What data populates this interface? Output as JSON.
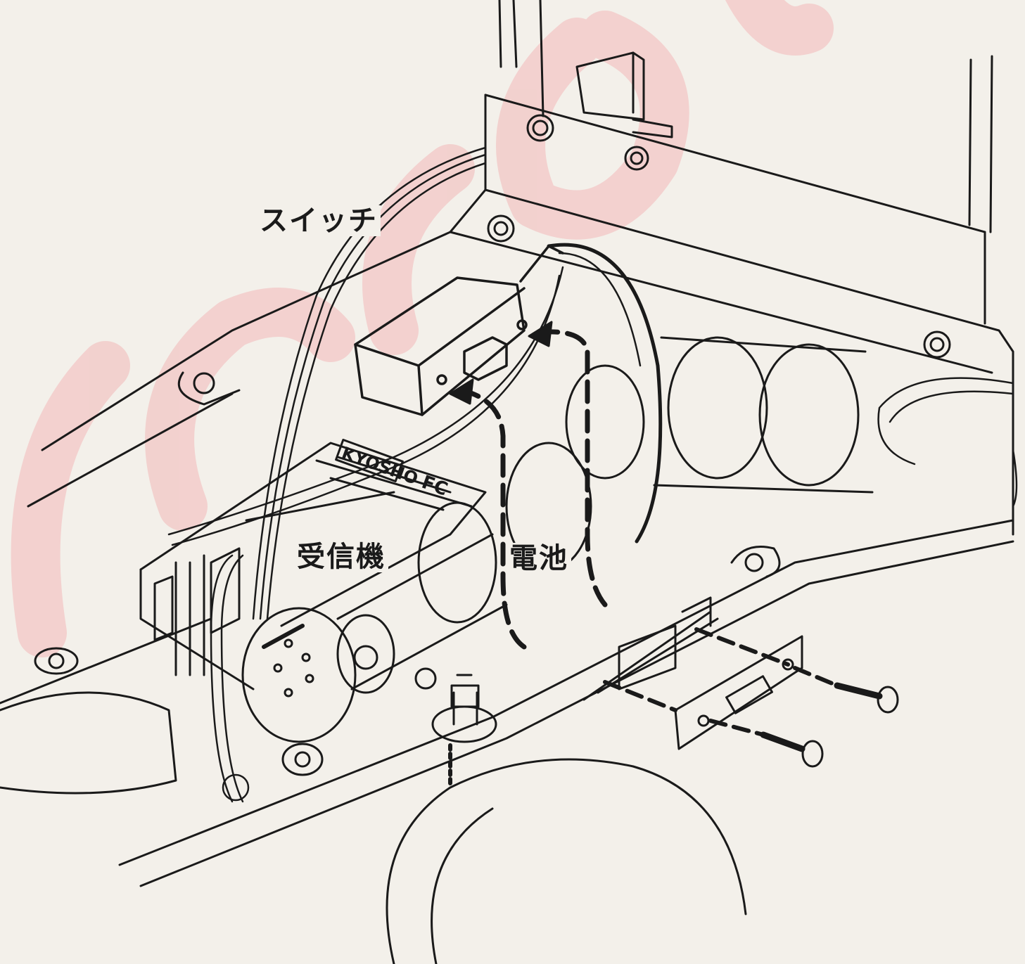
{
  "labels": {
    "switch": "スイッチ",
    "receiver": "受信機",
    "battery": "電池"
  },
  "logo": {
    "brand": "KYOSHO",
    "mark": "FC"
  },
  "watermark": "rs.com",
  "colors": {
    "paper": "#f3f0ea",
    "ink": "#1a1a1a",
    "watermark": "#f2b8b8"
  }
}
